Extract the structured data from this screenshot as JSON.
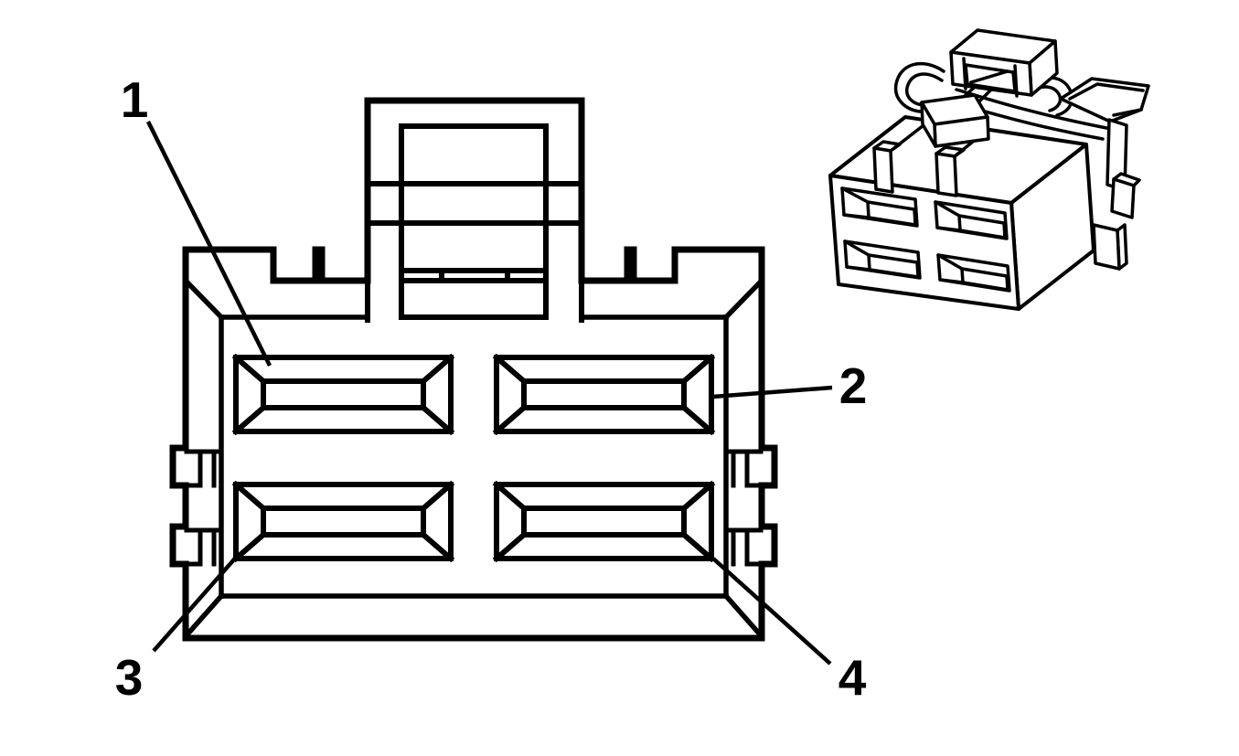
{
  "diagram": {
    "kind": "connector-pinout-line-drawing",
    "connector": "4-way connector body",
    "colors": {
      "line": "#000000",
      "background": "#ffffff"
    },
    "views": {
      "front": {
        "name": "connector-face-view",
        "rows": 2,
        "cols": 2,
        "cavity_count": 4
      },
      "isometric": {
        "name": "connector-isometric-view"
      }
    }
  },
  "pins": [
    {
      "label": "1",
      "points_to": "cavity-top-left"
    },
    {
      "label": "2",
      "points_to": "cavity-top-right"
    },
    {
      "label": "3",
      "points_to": "cavity-bottom-left"
    },
    {
      "label": "4",
      "points_to": "cavity-bottom-right"
    }
  ]
}
